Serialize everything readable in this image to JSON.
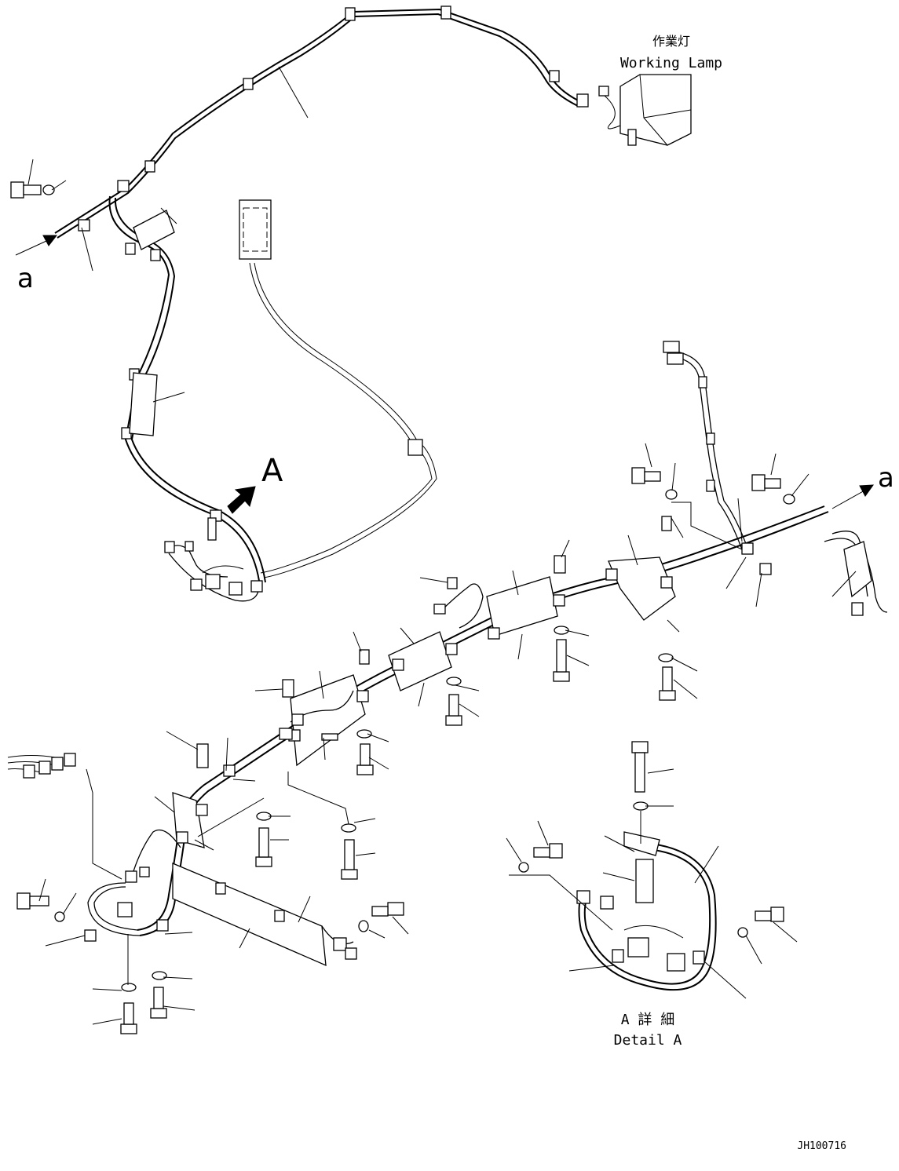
{
  "labels": {
    "working_lamp_jp": "作業灯",
    "working_lamp_en": "Working Lamp",
    "view_a_top": "a",
    "view_a_right": "a",
    "view_arrow": "A",
    "detail_a_jp": "A 詳 細",
    "detail_a_en": "Detail A",
    "drawing_number": "JH100716"
  },
  "icons": {
    "bolt": "hex-bolt-icon",
    "washer": "washer-icon",
    "spacer": "spacer-collar-icon",
    "clamp": "clamp-icon",
    "connector": "connector-icon",
    "view_arrow": "view-arrow-icon"
  },
  "colors": {
    "ink": "#000000",
    "paper": "#ffffff"
  }
}
